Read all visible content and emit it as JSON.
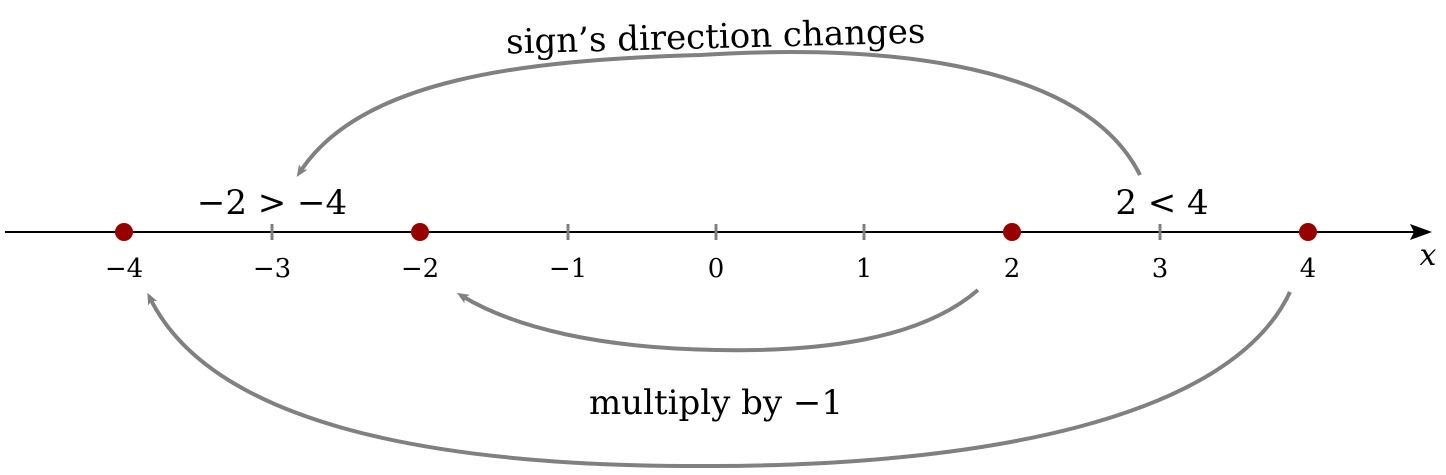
{
  "axis": {
    "variable": "x",
    "ticks": [
      -4,
      -3,
      -2,
      -1,
      0,
      1,
      2,
      3,
      4
    ],
    "tick_labels": [
      "−4",
      "−3",
      "−2",
      "−1",
      "0",
      "1",
      "2",
      "3",
      "4"
    ]
  },
  "points": [
    -4,
    -2,
    2,
    4
  ],
  "inequalities": {
    "left": "−2 > −4",
    "right": "2 < 4"
  },
  "captions": {
    "top": "sign’s direction changes",
    "bottom": "multiply by −1"
  },
  "colors": {
    "axis": "#000000",
    "point": "#990000",
    "arrow": "#808080"
  }
}
